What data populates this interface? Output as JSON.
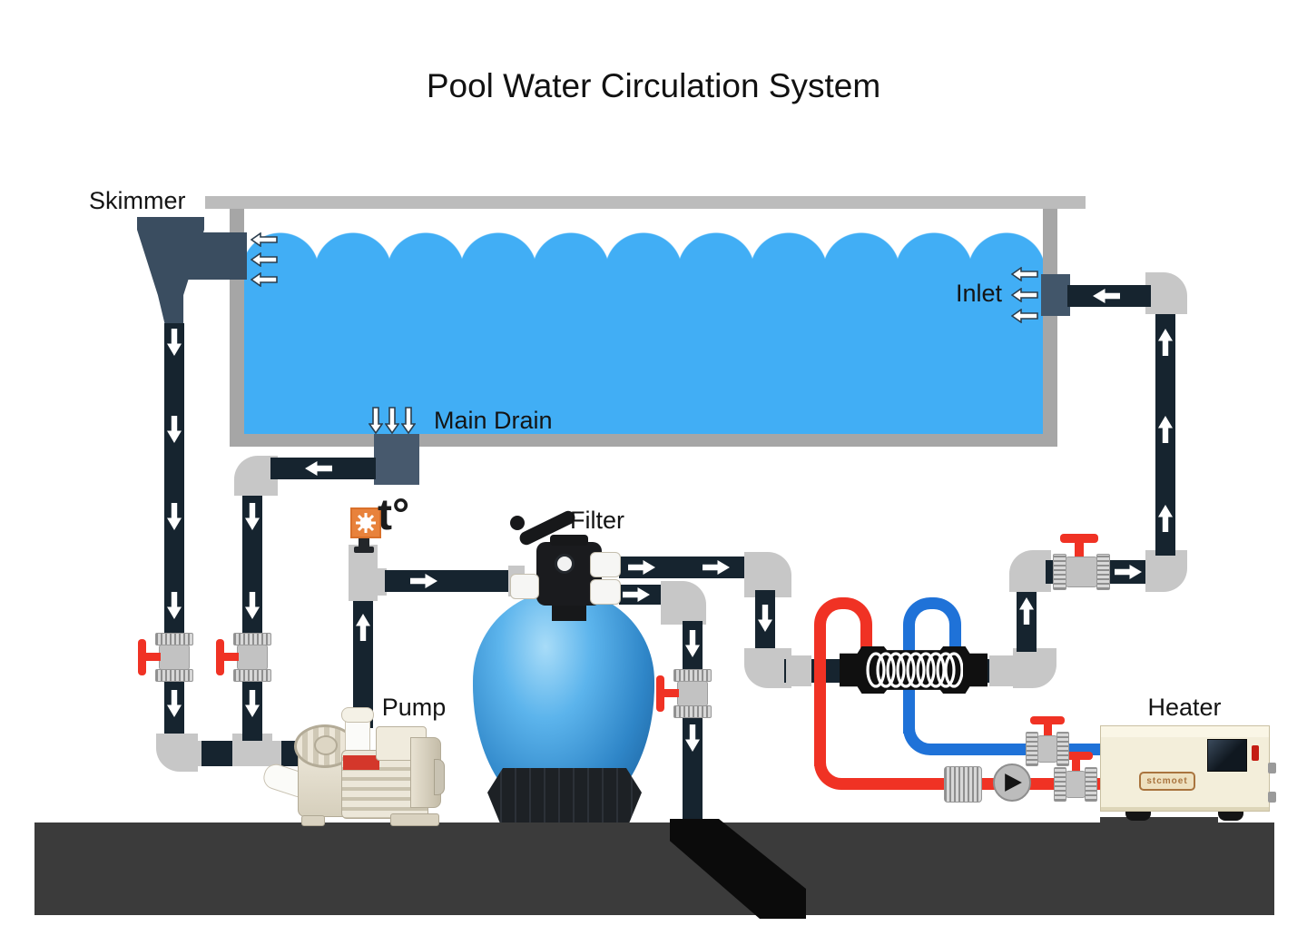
{
  "title": "Pool Water Circulation System",
  "labels": {
    "skimmer": "Skimmer",
    "inlet": "Inlet",
    "main_drain": "Main Drain",
    "filter": "Filter",
    "pump": "Pump",
    "heater": "Heater",
    "temperature": "t°"
  },
  "heater": {
    "brand_label": "stcmoet"
  },
  "colors": {
    "water": "#41aef5",
    "pipe_dark": "#16242f",
    "pipe_fitting_gray": "#c7c7c7",
    "pool_structure_gray": "#a6a6a6",
    "hot_line_red": "#f03224",
    "cold_line_blue": "#1f72d8",
    "valve_handle_red": "#f03224",
    "sensor_orange": "#e8823c",
    "ground_dark": "#3b3b3b",
    "equipment_cream": "#efeadd",
    "heater_cream": "#f3eeda",
    "filter_tank_blue": "#3f95d8"
  }
}
